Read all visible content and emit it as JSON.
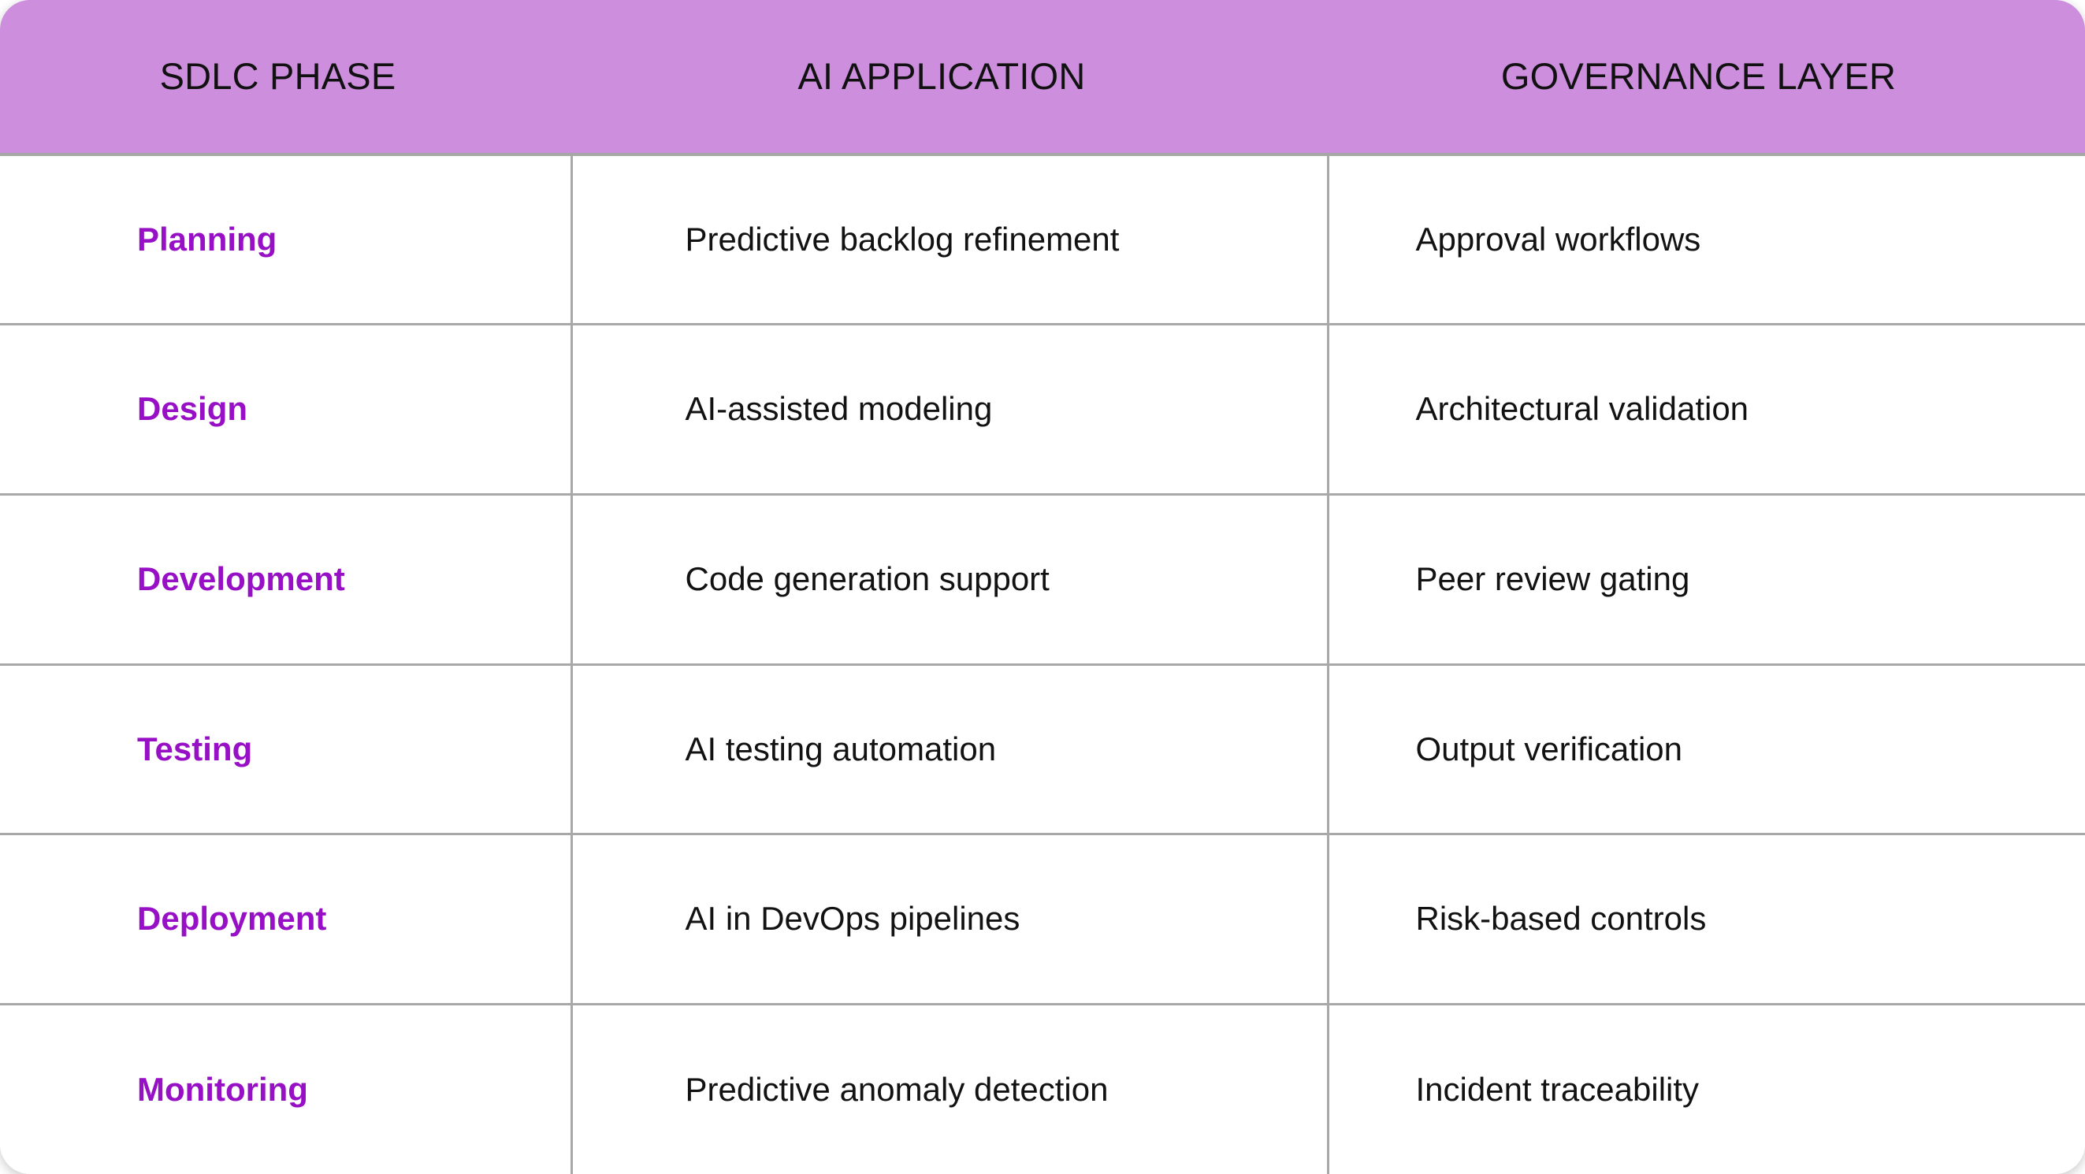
{
  "table": {
    "columns": [
      {
        "key": "phase",
        "label": "SDLC PHASE"
      },
      {
        "key": "application",
        "label": "AI APPLICATION"
      },
      {
        "key": "governance",
        "label": "GOVERNANCE LAYER"
      }
    ],
    "rows": [
      {
        "phase": "Planning",
        "application": "Predictive backlog refinement",
        "governance": "Approval workflows"
      },
      {
        "phase": "Design",
        "application": "AI-assisted modeling",
        "governance": "Architectural validation"
      },
      {
        "phase": "Development",
        "application": "Code generation support",
        "governance": "Peer review gating"
      },
      {
        "phase": "Testing",
        "application": "AI testing automation",
        "governance": "Output verification"
      },
      {
        "phase": "Deployment",
        "application": "AI in DevOps pipelines",
        "governance": "Risk-based controls"
      },
      {
        "phase": "Monitoring",
        "application": "Predictive anomaly detection",
        "governance": "Incident traceability"
      }
    ]
  },
  "colors": {
    "header_background": "#cc8edd",
    "phase_text": "#9810c6",
    "body_text": "#121212",
    "grid_line": "#a8a8a8",
    "card_background": "#ffffff"
  }
}
